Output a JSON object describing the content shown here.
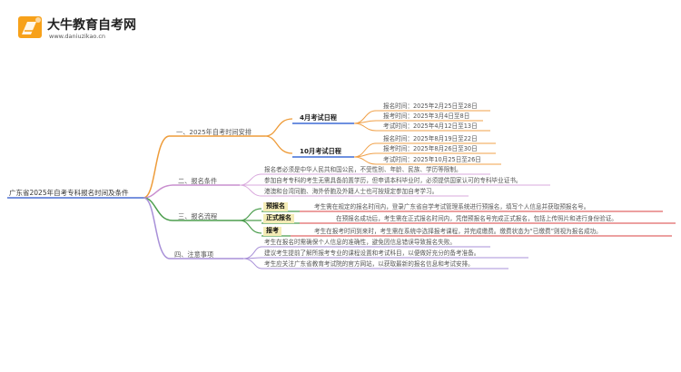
{
  "brand": {
    "name": "大牛教育自考网",
    "url": "www.daniuzikao.cn"
  },
  "root": "广东省2025年自考专科报名时间及条件",
  "branches": [
    {
      "label": "一、2025年自考时间安排"
    },
    {
      "label": "二、报名条件"
    },
    {
      "label": "三、报名流程"
    },
    {
      "label": "四、注意事项"
    }
  ],
  "schedule": {
    "april": {
      "label": "4月考试日程",
      "items": [
        "报名时间：2025年2月25日至28日",
        "报考时间：2025年3月4日至8日",
        "考试时间：2025年4月12日至13日"
      ]
    },
    "october": {
      "label": "10月考试日程",
      "items": [
        "报名时间：2025年8月19日至22日",
        "报考时间：2025年8月26日至30日",
        "考试时间：2025年10月25日至26日"
      ]
    }
  },
  "conditions": [
    "报名者必须是中华人民共和国公民，不受性别、年龄、民族、学历等限制。",
    "参加自考专科的考生无需具备前置学历，但申请本科毕业时，必须提供国家认可的专科毕业证书。",
    "港澳和台湾同胞、海外侨胞及外籍人士也可按规定参加自考学习。"
  ],
  "process": [
    {
      "tag": "预报名",
      "text": "考生需在规定的报名时间内，登录广东省自学考试管理系统进行预报名，填写个人信息并获取预报名号。"
    },
    {
      "tag": "正式报名",
      "text": "在预报名成功后，考生需在正式报名时间内，凭借预报名号完成正式报名，包括上传照片和进行身份验证。"
    },
    {
      "tag": "报考",
      "text": "考生在报考时间到来时，考生需在系统中选择报考课程，并完成缴费。缴费状态为“已缴费”则视为报名成功。"
    }
  ],
  "notes": [
    "考生在报名时需确保个人信息的准确性，避免因信息错误导致报名失败。",
    "建议考生提前了解所报考专业的课程设置和考试科目，以便做好充分的备考准备。",
    "考生应关注广东省教育考试院的官方网站，以获取最新的报名信息和考试安排。"
  ],
  "colors": {
    "branch1": "#ee9c3a",
    "branch2": "#c98fcf",
    "branch3": "#4d9e4f",
    "branch4": "#a890d8",
    "root_line": "#4a6fd4",
    "schedule_sub": "#3e6bd6",
    "schedule_leaf": "#f0a048",
    "condition_line": "#d9a8dd",
    "process_line": "#d94040",
    "tag_bg": "#f4ecb6"
  }
}
